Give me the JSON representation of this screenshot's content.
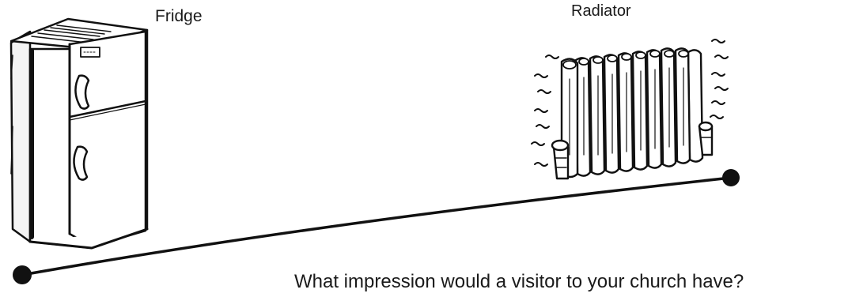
{
  "labels": {
    "fridge": "Fridge",
    "radiator": "Radiator"
  },
  "question": "What impression would a visitor to your church have?",
  "icons": {
    "left_end": "fridge-illustration",
    "right_end": "radiator-illustration"
  },
  "colors": {
    "ink": "#111111",
    "background": "#ffffff"
  }
}
